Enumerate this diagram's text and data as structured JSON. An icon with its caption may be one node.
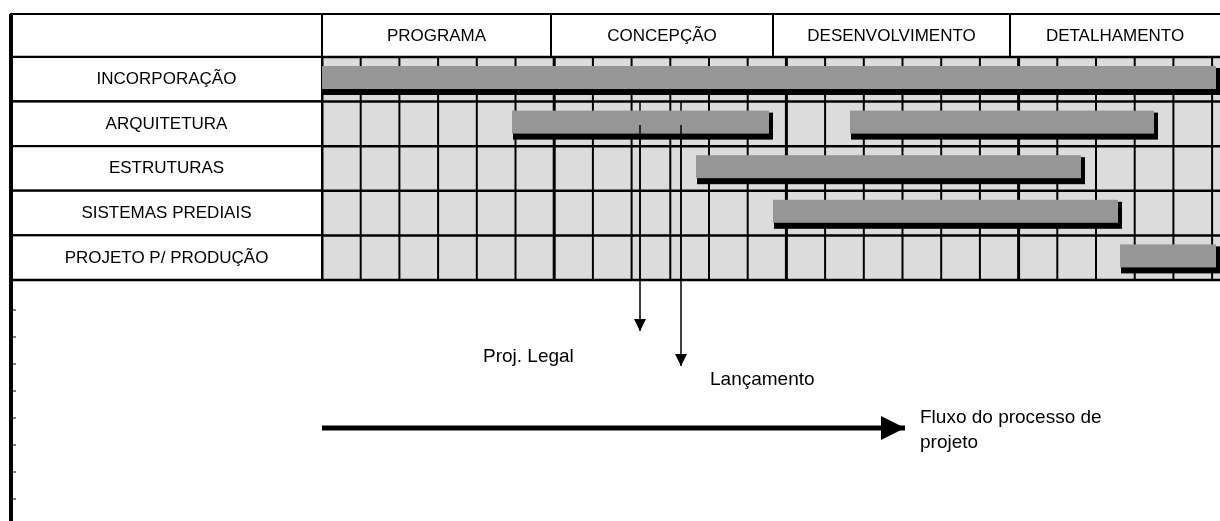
{
  "diagram": {
    "nodes": [
      {
        "text": [
          "Proj. Legal"
        ]
      },
      {
        "text": [
          "Lançamento"
        ]
      },
      {
        "text": [
          "Fluxo do processo de projeto"
        ]
      }
    ],
    "edges": [
      {
        "from": null,
        "to": 0,
        "arrow": "to"
      },
      {
        "from": null,
        "to": 1,
        "arrow": "to"
      },
      {
        "from": null,
        "to": 2,
        "arrow": "to",
        "style": "thick"
      }
    ],
    "labels": [
      "PROGRAMA",
      "CONCEPÇÃO",
      "DESENVOLVIMENTO",
      "DETALHAMENTO",
      "INCORPORAÇÃO",
      "ARQUITETURA",
      "ESTRUTURAS",
      "SISTEMAS PREDIAIS",
      "PROJETO P/ PRODUÇÃO"
    ]
  }
}
